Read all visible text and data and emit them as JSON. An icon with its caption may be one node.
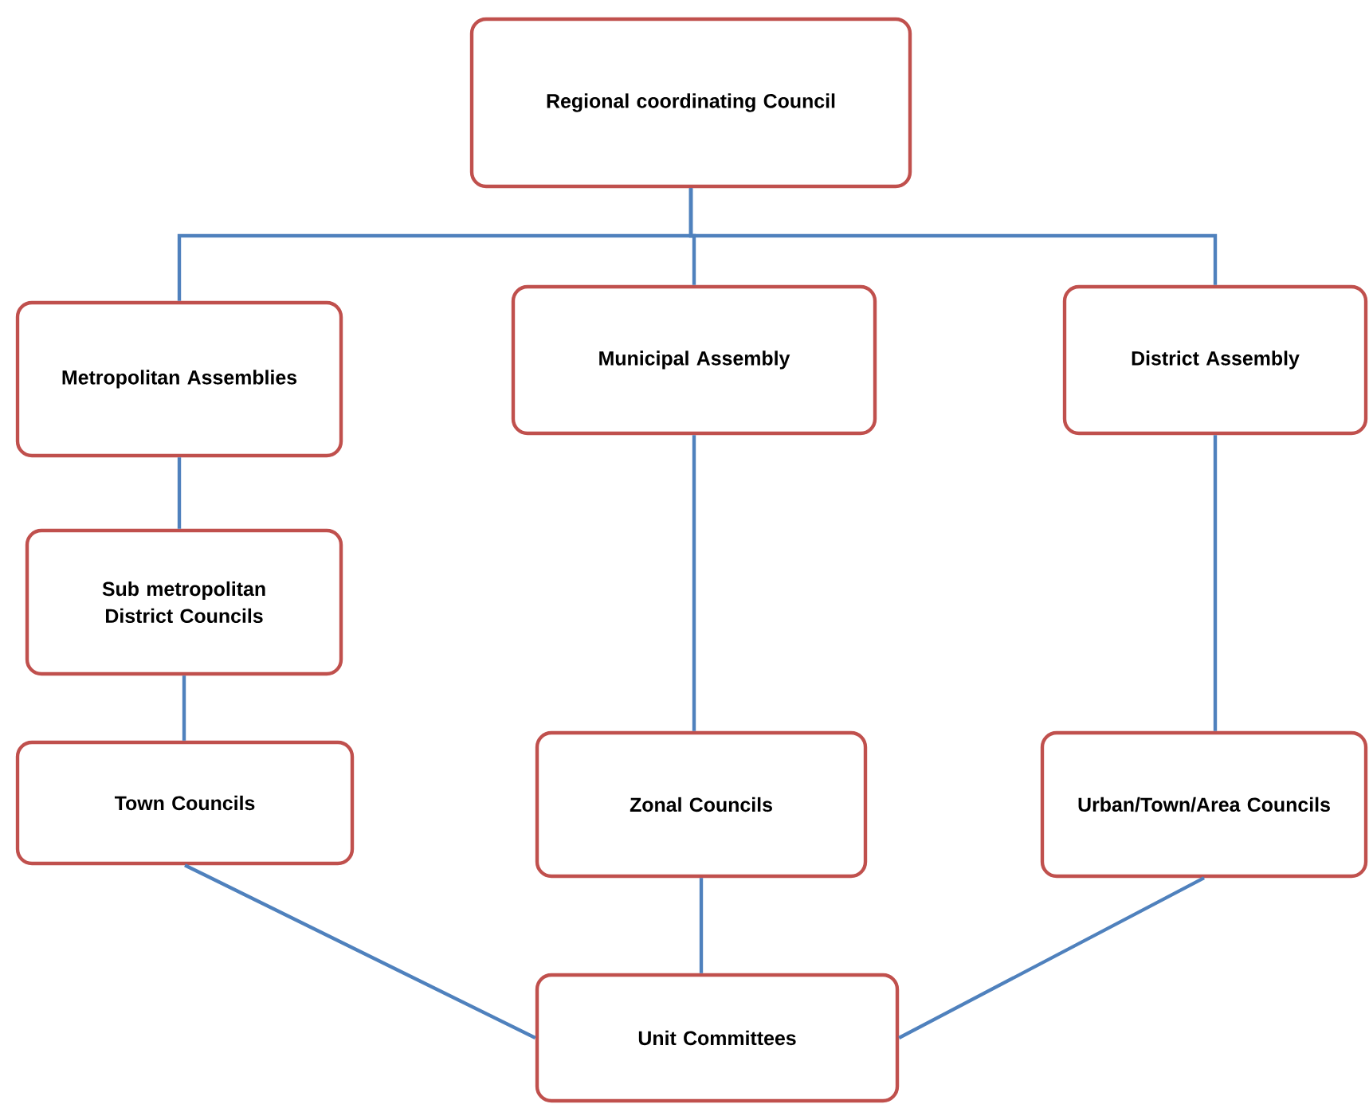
{
  "diagram": {
    "nodes": [
      {
        "text": [
          "Regional coordinating Council"
        ]
      },
      {
        "text": [
          "Metropolitan Assemblies"
        ]
      },
      {
        "text": [
          "Municipal Assembly"
        ]
      },
      {
        "text": [
          "District Assembly"
        ]
      },
      {
        "text": [
          "Sub metropolitan District Councils"
        ]
      },
      {
        "text": [
          "Town Councils"
        ]
      },
      {
        "text": [
          "Zonal Councils"
        ]
      },
      {
        "text": [
          "Urban/Town/Area Councils"
        ]
      },
      {
        "text": [
          "Unit Committees"
        ]
      }
    ],
    "edges": [
      {
        "from": 0,
        "to": 1,
        "arrow": "none"
      },
      {
        "from": 0,
        "to": 2,
        "arrow": "none"
      },
      {
        "from": 0,
        "to": 3,
        "arrow": "none"
      },
      {
        "from": 1,
        "to": 4,
        "arrow": "none"
      },
      {
        "from": 4,
        "to": 5,
        "arrow": "none"
      },
      {
        "from": 2,
        "to": 6,
        "arrow": "none"
      },
      {
        "from": 3,
        "to": 7,
        "arrow": "none"
      },
      {
        "from": 5,
        "to": 8,
        "arrow": "none"
      },
      {
        "from": 6,
        "to": 8,
        "arrow": "none"
      },
      {
        "from": 7,
        "to": 8,
        "arrow": "none"
      }
    ]
  }
}
